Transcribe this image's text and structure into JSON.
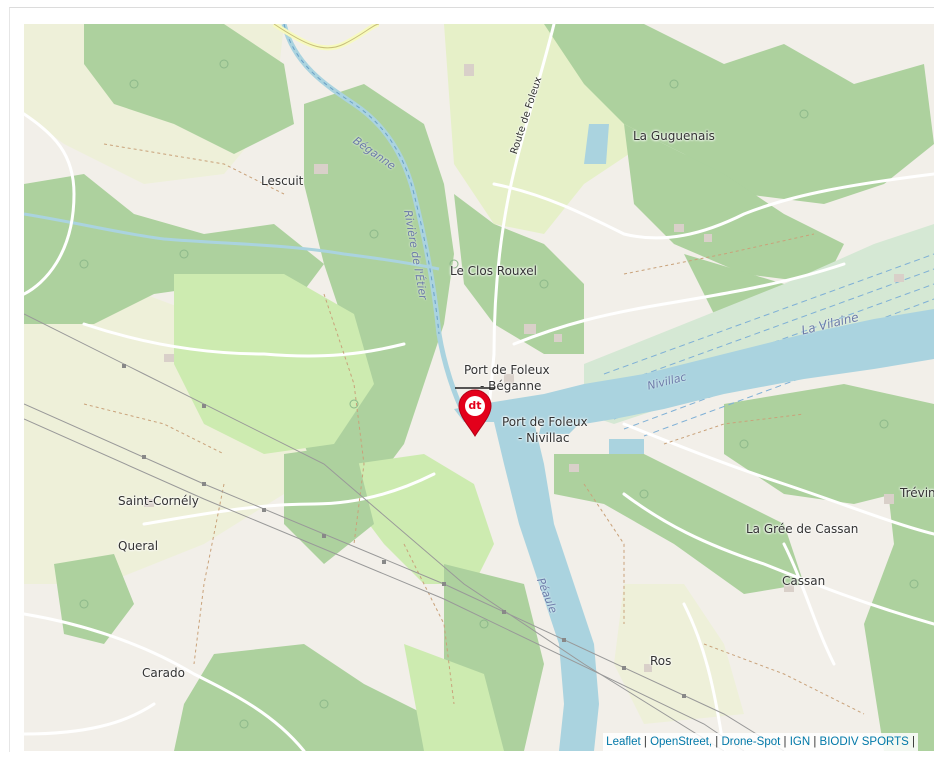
{
  "map": {
    "place_labels": [
      {
        "id": "lescuit",
        "text": "Lescuit"
      },
      {
        "id": "la-guguenais",
        "text": "La Guguenais"
      },
      {
        "id": "le-clos-rouxel",
        "text": "Le Clos Rouxel"
      },
      {
        "id": "port-foleux-beganne-1",
        "text": "Port de Foleux"
      },
      {
        "id": "port-foleux-beganne-2",
        "text": "- Béganne"
      },
      {
        "id": "port-foleux-nivillac-1",
        "text": "Port de Foleux"
      },
      {
        "id": "port-foleux-nivillac-2",
        "text": "- Nivillac"
      },
      {
        "id": "saint-cornely",
        "text": "Saint-Cornély"
      },
      {
        "id": "queral",
        "text": "Queral"
      },
      {
        "id": "carado",
        "text": "Carado"
      },
      {
        "id": "la-gree-de-cassan",
        "text": "La Grée de Cassan"
      },
      {
        "id": "cassan",
        "text": "Cassan"
      },
      {
        "id": "ros",
        "text": "Ros"
      },
      {
        "id": "trevin",
        "text": "Trévin"
      }
    ],
    "water_labels": [
      {
        "id": "beganne-river",
        "text": "Béganne"
      },
      {
        "id": "riviere-etier",
        "text": "Rivière de l'Étier"
      },
      {
        "id": "la-vilaine",
        "text": "La Vilaine"
      },
      {
        "id": "nivillac",
        "text": "Nivillac"
      },
      {
        "id": "peaule",
        "text": "Péaule"
      }
    ],
    "road_labels": [
      {
        "id": "route-de-foleux",
        "text": "Route de Foleux"
      }
    ],
    "marker": {
      "icon": "dt-map-marker-icon",
      "text": "dt",
      "color": "#e3001b"
    },
    "colors": {
      "land": "#f2efe9",
      "forest": "#add19e",
      "meadow": "#cdebb0",
      "water": "#aad3df",
      "wetland": "#b8dbe6",
      "road": "#ffffff",
      "major_road": "#f7fabf"
    }
  },
  "attribution": {
    "leaflet": "Leaflet",
    "openstreet": "OpenStreet,",
    "drone_spot": "Drone-Spot",
    "ign": "IGN",
    "biodiv": "BIODIV SPORTS"
  }
}
